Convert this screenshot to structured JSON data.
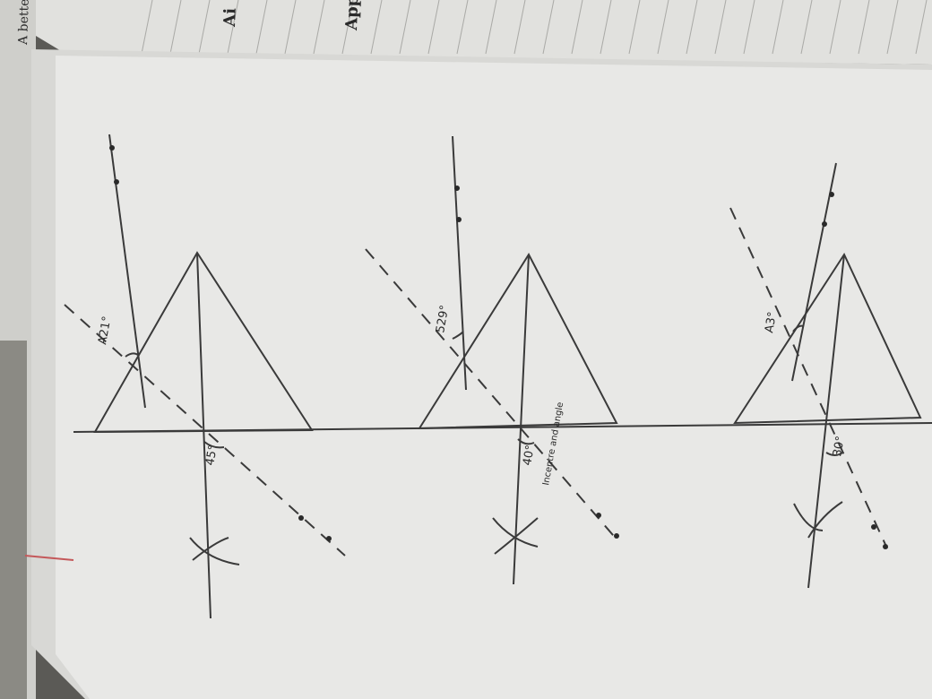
{
  "notebook": {
    "top_caption": "A better",
    "ruled_margin_labels": [
      "Ai",
      "App"
    ]
  },
  "figures": [
    {
      "angle_label_upper": "A21°",
      "angle_label_lower": "45°",
      "note": ""
    },
    {
      "angle_label_upper": "529°",
      "angle_label_lower": "40°",
      "note": "Incentre and angle"
    },
    {
      "angle_label_upper": "A3°",
      "angle_label_lower": "30°",
      "note": ""
    }
  ],
  "colors": {
    "paper": "#e9e9e7",
    "ruled_page": "#e3e3e0",
    "pencil": "#3a3a3a",
    "background": "#5b5a56"
  }
}
